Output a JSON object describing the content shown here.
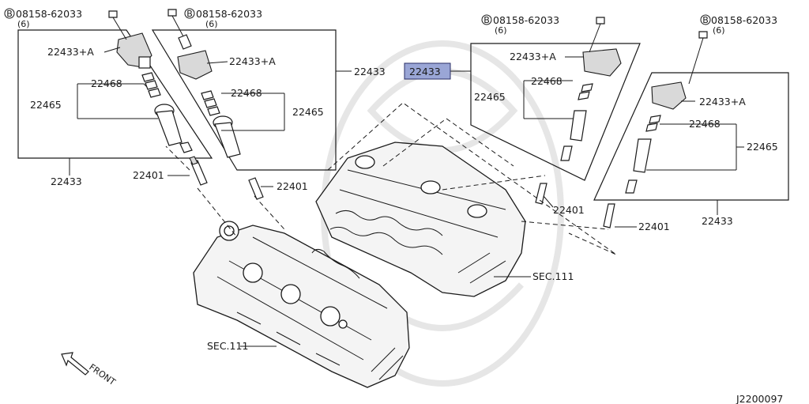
{
  "diagram": {
    "bolt_part": "08158-62033",
    "bolt_qty": "(6)",
    "bolt_marker": "B",
    "coil_assy": "22433",
    "coil_part": "22433+A",
    "spring": "22468",
    "boot": "22465",
    "spark_plug": "22401",
    "section_ref": "SEC.111",
    "front_label": "FRONT",
    "diagram_id": "J2200097",
    "highlight_color": "#9aa6d6"
  }
}
